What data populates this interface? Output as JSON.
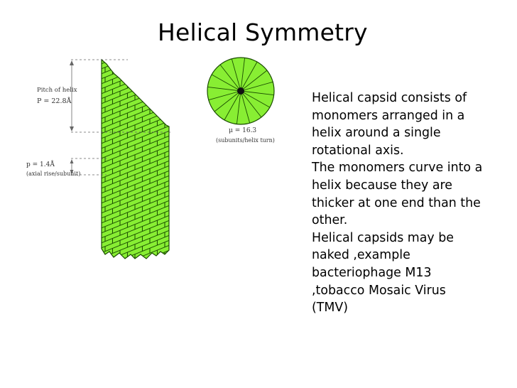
{
  "slide": {
    "title": "Helical Symmetry",
    "body_lines": [
      "Helical capsid consists of",
      "monomers arranged in a",
      "helix around a single",
      "rotational axis.",
      "The monomers curve into a",
      "helix because they are",
      "thicker at one end than the",
      "other.",
      "Helical  capsids may be",
      "naked ,example",
      "bacteriophage M13",
      ",tobacco Mosaic Virus",
      "(TMV)"
    ]
  },
  "diagram": {
    "pitch_label": "Pitch of helix",
    "pitch_value": "P = 22.8Å",
    "rise_value": "p = 1.4Å",
    "rise_label": "(axial rise/subunit)",
    "mu_value": "μ = 16.3",
    "mu_label": "(subunits/helix turn)",
    "subunit_color": "#88ee33",
    "outline_color": "#1a4d00"
  }
}
